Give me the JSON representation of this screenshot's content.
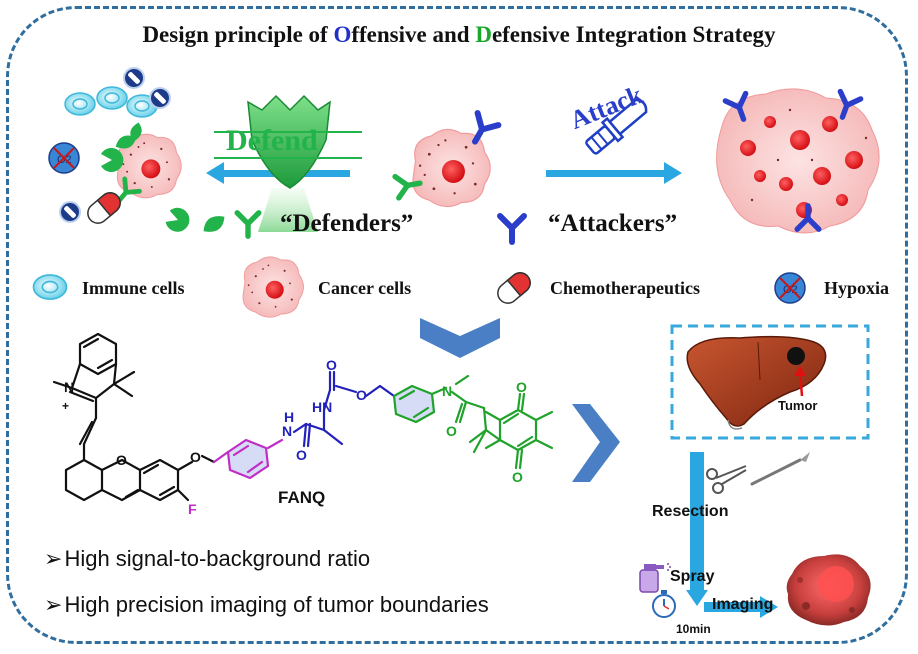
{
  "title": {
    "prefix": "Design principle of ",
    "o_letter": "O",
    "offensive_rest": "ffensive and ",
    "d_letter": "D",
    "defensive_rest": "efensive Integration Strategy"
  },
  "defend_label": "Defend",
  "attack_label": "Attack",
  "defenders_label": "“Defenders”",
  "attackers_label": "“Attackers”",
  "legend": {
    "immune": "Immune cells",
    "cancer": "Cancer cells",
    "chemo": "Chemotherapeutics",
    "hypoxia": "Hypoxia"
  },
  "hypoxia_icon_text": "O2",
  "probe_name": "FANQ",
  "atoms": {
    "n_plus": "N",
    "plus": "+",
    "o_ether": "O",
    "o_xanthene": "O",
    "f": "F",
    "n_amide": "N",
    "h_amide": "H",
    "o_amide": "O",
    "hn_carbamate": "HN",
    "o_carbamate_top": "O",
    "o_carbamate": "O",
    "n_methyl": "N",
    "o_quinone_amide": "O",
    "o_quinone_top": "O",
    "o_quinone_bottom": "O"
  },
  "bullets": [
    "High signal-to-background ratio",
    "High precision imaging of tumor boundaries"
  ],
  "tumor_label": "Tumor",
  "resection_label": "Resection",
  "spray_label": "Spray",
  "imaging_label": "Imaging",
  "time_label": "10min",
  "colors": {
    "frame": "#2f6e9e",
    "title_o": "#2030c8",
    "title_d": "#19a82a",
    "arrow": "#2aa7e0",
    "shield": "#22b34a",
    "attacker": "#2a3ec9",
    "defender": "#22b34a",
    "cancer_nucleus": "#e8141b",
    "liver": "#a33a1a",
    "chem_blue": "#2222bb",
    "chem_green": "#1fa32a",
    "chem_pink": "#c02ec8"
  }
}
